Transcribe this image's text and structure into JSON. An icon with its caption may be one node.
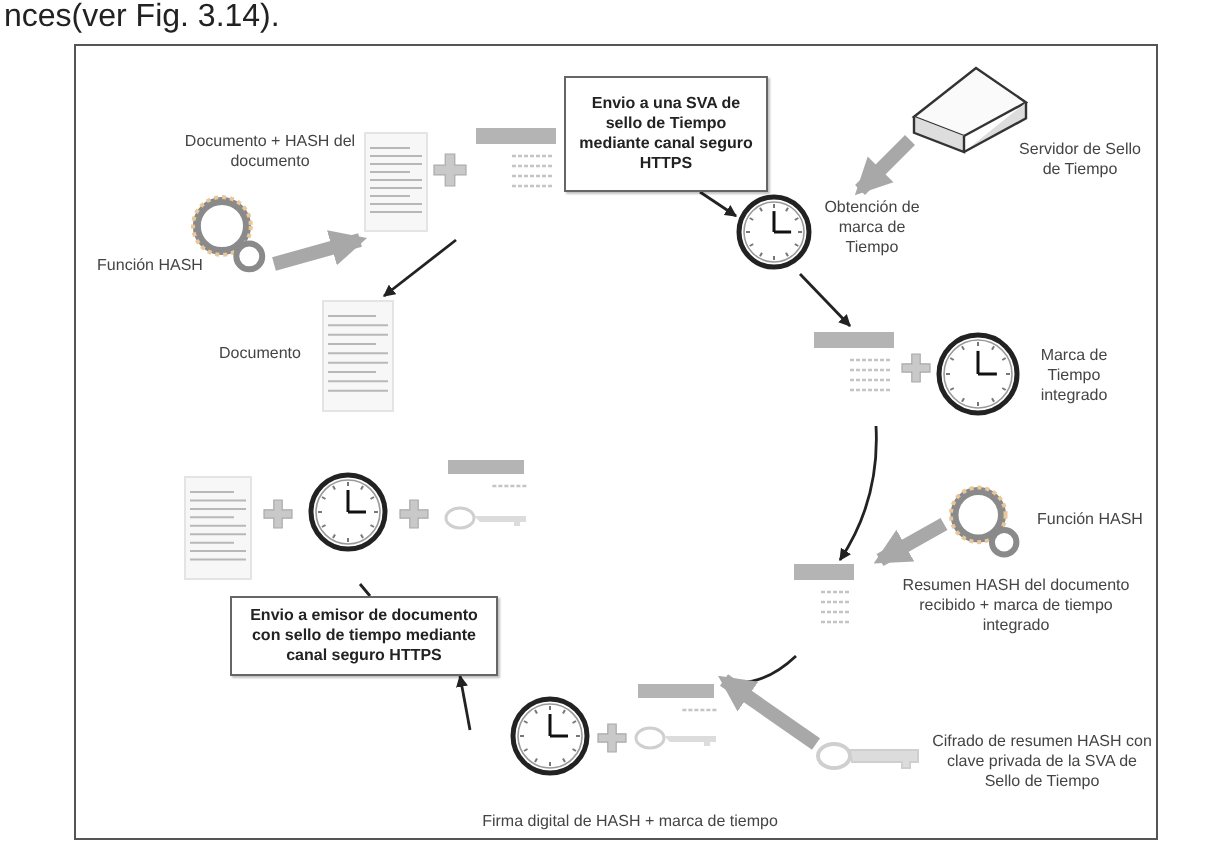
{
  "diagram": {
    "nodes": [
      {
        "text": [
          "Función HASH"
        ]
      },
      {
        "text": [
          "Documento"
        ]
      },
      {
        "text": [
          "Documento + HASH del documento"
        ]
      },
      {
        "text": [
          "Envio a una SVA de sello de Tiempo mediante canal seguro HTTPS"
        ]
      },
      {
        "text": [
          "Obtención de marca de Tiempo"
        ]
      },
      {
        "text": [
          "Servidor de Sello de Tiempo"
        ]
      },
      {
        "text": [
          "Marca de Tiempo integrado"
        ]
      },
      {
        "text": [
          "Función HASH"
        ]
      },
      {
        "text": [
          "Resumen HASH del documento recibido + marca de tiempo integrado"
        ]
      },
      {
        "text": [
          "Cifrado de resumen HASH con clave privada de la SVA de Sello de Tiempo"
        ]
      },
      {
        "text": [
          "Firma digital de HASH + marca de tiempo"
        ]
      },
      {
        "text": [
          "Envio a emisor de documento con sello de tiempo mediante canal seguro HTTPS"
        ]
      },
      {
        "text": [],
        "shape": "picture"
      }
    ],
    "edges": [
      {
        "from": 0,
        "to": 2,
        "arrow": "to",
        "style": "thick",
        "color": "#a8a8a8"
      },
      {
        "from": 2,
        "to": 1,
        "arrow": "to"
      },
      {
        "from": 3,
        "to": 4,
        "arrow": "to"
      },
      {
        "from": 5,
        "to": 4,
        "arrow": "to",
        "style": "thick",
        "color": "#a8a8a8"
      },
      {
        "from": 4,
        "to": 6,
        "arrow": "to"
      },
      {
        "from": 6,
        "to": 8,
        "arrow": "to"
      },
      {
        "from": 7,
        "to": 8,
        "arrow": "to",
        "style": "thick",
        "color": "#a8a8a8"
      },
      {
        "from": 8,
        "to": 10,
        "arrow": "none"
      },
      {
        "from": 9,
        "to": 10,
        "arrow": "to",
        "style": "thick",
        "color": "#a8a8a8"
      },
      {
        "from": 10,
        "to": 11,
        "arrow": "to"
      },
      {
        "from": 11,
        "to": 12,
        "arrow": "none"
      }
    ],
    "labels": [
      "nces(ver Fig. 3.14)."
    ]
  }
}
